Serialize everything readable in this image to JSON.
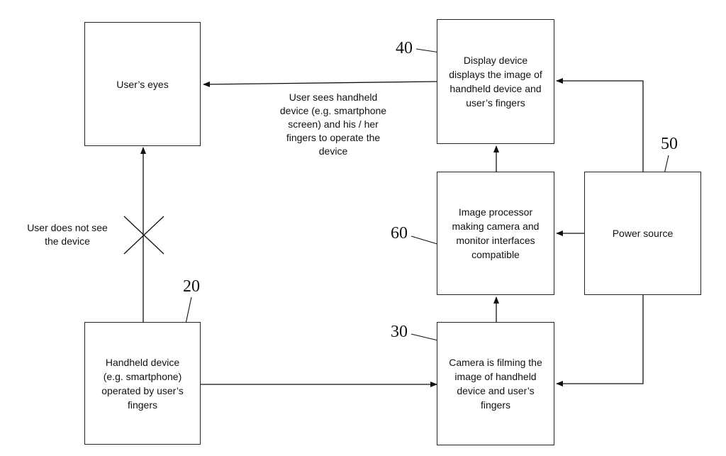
{
  "boxes": {
    "eyes": "User’s eyes",
    "display": "Display device\ndisplays the image of\nhandheld device and\nuser’s fingers",
    "processor": "Image processor\nmaking camera and\nmonitor interfaces\ncompatible",
    "power": "Power source",
    "handheld": "Handheld device\n(e.g. smartphone)\noperated by user’s\nfingers",
    "camera": "Camera is filming the\nimage of handheld\ndevice and user’s\nfingers"
  },
  "labels": {
    "sees": "User sees handheld\ndevice (e.g. smartphone\nscreen) and his / her\nfingers to operate the\ndevice",
    "not_see": "User does not see\nthe device"
  },
  "refs": {
    "display": "40",
    "power": "50",
    "processor": "60",
    "handheld": "20",
    "camera": "30"
  }
}
